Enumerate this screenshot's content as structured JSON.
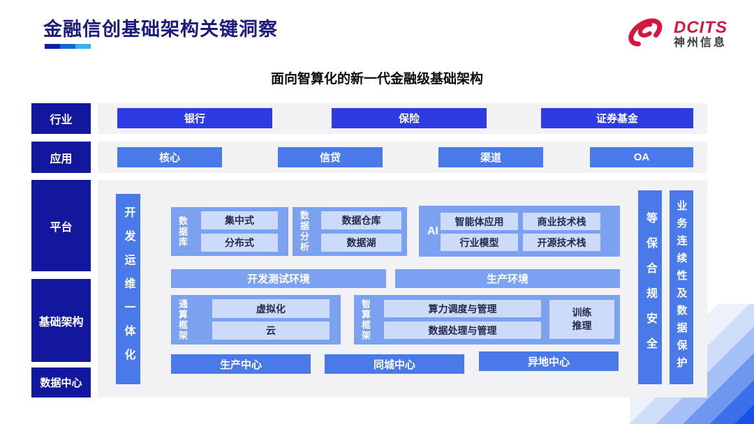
{
  "header": {
    "title": "金融信创基础架构关键洞察",
    "logo": {
      "brand": "DCITS",
      "company": "神州信息"
    }
  },
  "subtitle": "面向智算化的新一代金融级基础架构",
  "rows": {
    "industry": {
      "label": "行业",
      "items": [
        "银行",
        "保险",
        "证券基金"
      ]
    },
    "application": {
      "label": "应用",
      "items": [
        "核心",
        "信贷",
        "渠道",
        "OA"
      ]
    }
  },
  "side_labels": {
    "platform": "平台",
    "infrastructure": "基础架构",
    "datacenter": "数据中心"
  },
  "platform": {
    "devops_bar": "开发运维一体化",
    "database": {
      "label": "数据库",
      "items": [
        "集中式",
        "分布式"
      ]
    },
    "analytics": {
      "label": "数据分析",
      "items": [
        "数据仓库",
        "数据湖"
      ]
    },
    "ai": {
      "label": "AI",
      "items": [
        "智能体应用",
        "商业技术栈",
        "行业模型",
        "开源技术栈"
      ]
    },
    "environments": {
      "dev": "开发测试环境",
      "prod": "生产环境"
    },
    "general_compute": {
      "label": "通算框架",
      "items": [
        "虚拟化",
        "云"
      ]
    },
    "intelligent_compute": {
      "label": "智算框架",
      "items": [
        "算力调度与管理",
        "数据处理与管理"
      ],
      "side_box": "训练推理"
    },
    "centers": [
      "生产中心",
      "同城中心",
      "异地中心"
    ],
    "security_bar": "等保合规安全",
    "continuity_bar": "业务连续性及数据保护"
  },
  "colors": {
    "brand_red": "#d5173f",
    "navy_label": "#12189d",
    "vivid_blue": "#2c3be2",
    "medium_blue": "#4a7aea",
    "section_blue": "#7ca1f0",
    "light_box_blue": "#cbdbf9",
    "strip_gray": "#f2f2f4",
    "title_navy": "#1d1c7d",
    "underline_segments": [
      "#0d1ea3",
      "#1566d8",
      "#30b6ec"
    ]
  }
}
